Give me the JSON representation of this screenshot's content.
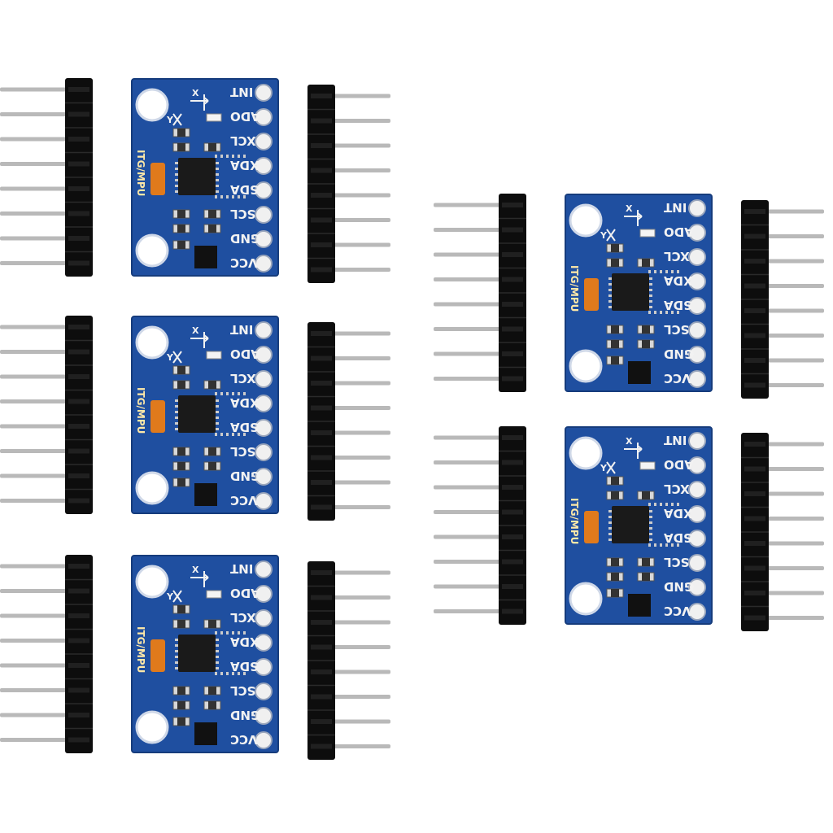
{
  "photo": {
    "subject": "GY-521 MPU module boards with pin headers",
    "module_count": 5
  },
  "board": {
    "pins": [
      "INT",
      "ADO",
      "XCL",
      "XDA",
      "SDA",
      "SCL",
      "GND",
      "VCC"
    ],
    "side_text": "ITG/MPU",
    "axis_x": "X",
    "axis_y": "Y",
    "colors": {
      "pcb": "#1f4fa0",
      "pcb_edge": "#163c7c",
      "chip": "#1a1a1a",
      "capacitor": "#e07a1c",
      "pad": "#f0f0f0",
      "header_plastic": "#0d0d0d",
      "pin_metal": "#b9b9b9"
    }
  }
}
